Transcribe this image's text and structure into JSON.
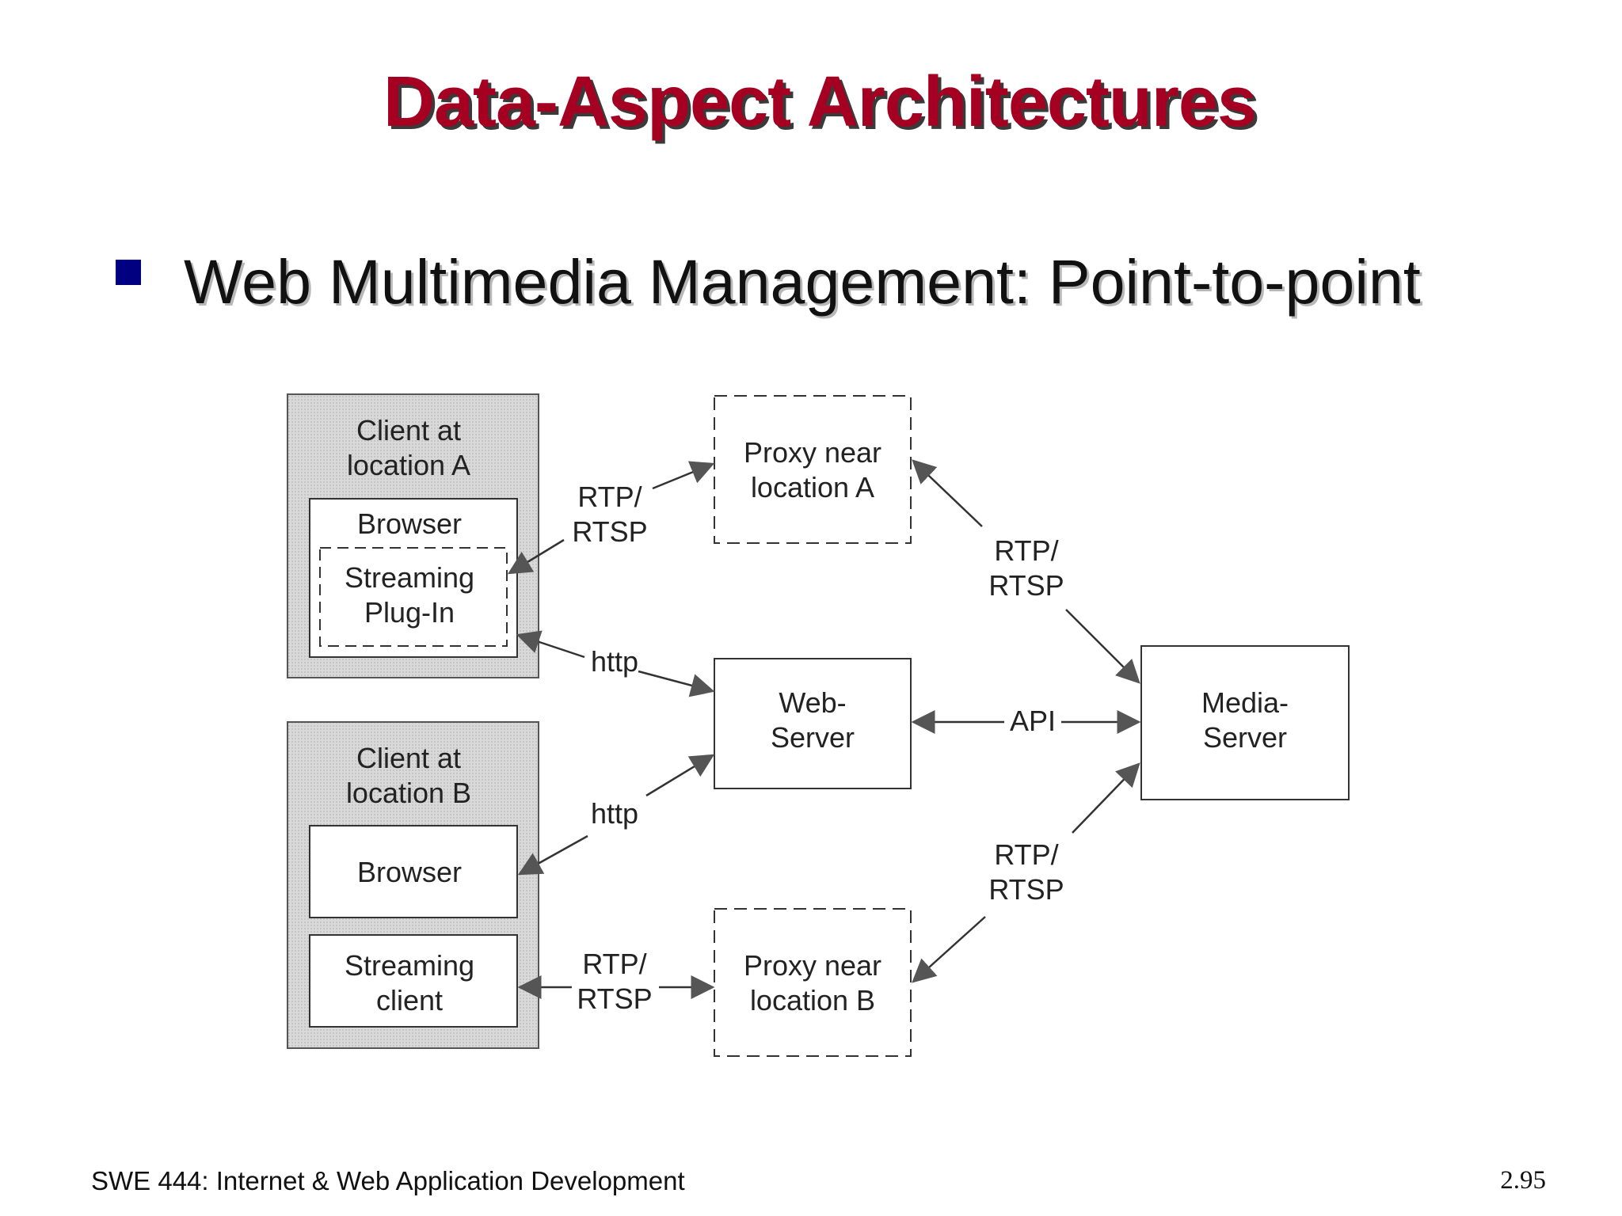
{
  "slide": {
    "title": "Data-Aspect Architectures",
    "bullet": "Web Multimedia Management: Point-to-point"
  },
  "diagram": {
    "client_a": {
      "title_line1": "Client at",
      "title_line2": "location A",
      "browser": "Browser",
      "plugin_line1": "Streaming",
      "plugin_line2": "Plug-In"
    },
    "client_b": {
      "title_line1": "Client at",
      "title_line2": "location B",
      "browser": "Browser",
      "streaming_line1": "Streaming",
      "streaming_line2": "client"
    },
    "proxy_a": {
      "line1": "Proxy near",
      "line2": "location A"
    },
    "proxy_b": {
      "line1": "Proxy near",
      "line2": "location B"
    },
    "web_server": {
      "line1": "Web-",
      "line2": "Server"
    },
    "media_server": {
      "line1": "Media-",
      "line2": "Server"
    },
    "labels": {
      "rtp_a_line1": "RTP/",
      "rtp_a_line2": "RTSP",
      "rtp_pa_line1": "RTP/",
      "rtp_pa_line2": "RTSP",
      "rtp_pb_line1": "RTP/",
      "rtp_pb_line2": "RTSP",
      "rtp_b_line1": "RTP/",
      "rtp_b_line2": "RTSP",
      "http_a": "http",
      "http_b": "http",
      "api": "API"
    },
    "colors": {
      "client_fill": "#d6d6d6",
      "line": "#333333"
    }
  },
  "footer": {
    "course": "SWE 444: Internet & Web Application Development",
    "page": "2.95"
  }
}
